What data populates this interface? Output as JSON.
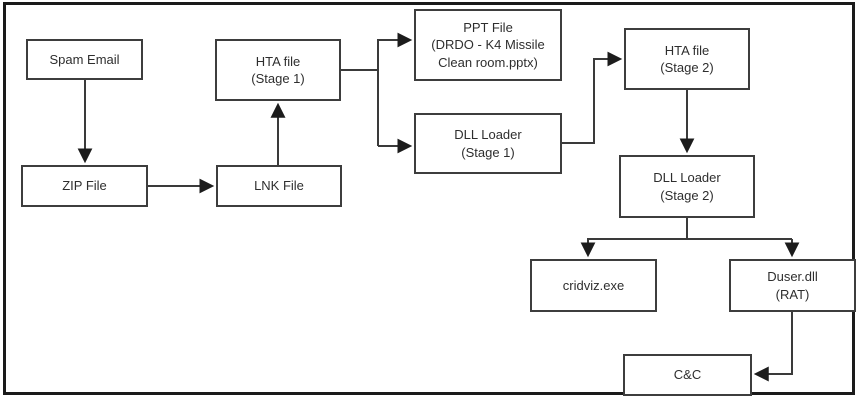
{
  "diagram": {
    "type": "flowchart",
    "colors": {
      "background": "#ffffff",
      "frame_border": "#1a1a1a",
      "node_border": "#3d3d3d",
      "node_fill": "#ffffff",
      "connector": "#3a3a3a",
      "text": "#2e2e2e"
    },
    "nodes": {
      "spam_email": {
        "label": "Spam Email"
      },
      "zip_file": {
        "label": "ZIP File"
      },
      "lnk_file": {
        "label": "LNK File"
      },
      "hta_stage1": {
        "label": "HTA file\n(Stage 1)"
      },
      "ppt_file": {
        "label": "PPT File\n(DRDO - K4 Missile\nClean room.pptx)"
      },
      "dll_loader_stage1": {
        "label": "DLL Loader\n(Stage 1)"
      },
      "hta_stage2": {
        "label": "HTA file\n(Stage 2)"
      },
      "dll_loader_stage2": {
        "label": "DLL Loader\n(Stage 2)"
      },
      "cridviz_exe": {
        "label": "cridviz.exe"
      },
      "duser_dll": {
        "label": "Duser.dll\n(RAT)"
      },
      "c_and_c": {
        "label": "C&C"
      }
    },
    "edges": [
      {
        "from": "spam_email",
        "to": "zip_file"
      },
      {
        "from": "zip_file",
        "to": "lnk_file"
      },
      {
        "from": "lnk_file",
        "to": "hta_stage1"
      },
      {
        "from": "hta_stage1",
        "to": "ppt_file"
      },
      {
        "from": "hta_stage1",
        "to": "dll_loader_stage1"
      },
      {
        "from": "dll_loader_stage1",
        "to": "hta_stage2"
      },
      {
        "from": "hta_stage2",
        "to": "dll_loader_stage2"
      },
      {
        "from": "dll_loader_stage2",
        "to": "cridviz_exe"
      },
      {
        "from": "dll_loader_stage2",
        "to": "duser_dll"
      },
      {
        "from": "duser_dll",
        "to": "c_and_c"
      }
    ]
  }
}
